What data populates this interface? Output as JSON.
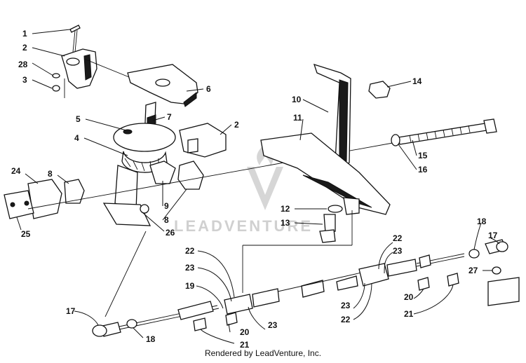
{
  "watermark": "LEADVENTURE",
  "credit": "Rendered by LeadVenture, Inc.",
  "callouts": [
    {
      "id": "c1",
      "label": "1"
    },
    {
      "id": "c2a",
      "label": "2"
    },
    {
      "id": "c28",
      "label": "28"
    },
    {
      "id": "c3",
      "label": "3"
    },
    {
      "id": "c6",
      "label": "6"
    },
    {
      "id": "c7",
      "label": "7"
    },
    {
      "id": "c5",
      "label": "5"
    },
    {
      "id": "c2b",
      "label": "2"
    },
    {
      "id": "c4",
      "label": "4"
    },
    {
      "id": "c24",
      "label": "24"
    },
    {
      "id": "c8a",
      "label": "8"
    },
    {
      "id": "c9",
      "label": "9"
    },
    {
      "id": "c8b",
      "label": "8"
    },
    {
      "id": "c25",
      "label": "25"
    },
    {
      "id": "c26",
      "label": "26"
    },
    {
      "id": "c10",
      "label": "10"
    },
    {
      "id": "c14",
      "label": "14"
    },
    {
      "id": "c11",
      "label": "11"
    },
    {
      "id": "c15",
      "label": "15"
    },
    {
      "id": "c16",
      "label": "16"
    },
    {
      "id": "c12",
      "label": "12"
    },
    {
      "id": "c13",
      "label": "13"
    },
    {
      "id": "c22a",
      "label": "22"
    },
    {
      "id": "c23a",
      "label": "23"
    },
    {
      "id": "c19",
      "label": "19"
    },
    {
      "id": "c22b",
      "label": "22"
    },
    {
      "id": "c23b",
      "label": "23"
    },
    {
      "id": "c17a",
      "label": "17"
    },
    {
      "id": "c18a",
      "label": "18"
    },
    {
      "id": "c20a",
      "label": "20"
    },
    {
      "id": "c21a",
      "label": "21"
    },
    {
      "id": "c23c",
      "label": "23"
    },
    {
      "id": "c23d",
      "label": "23"
    },
    {
      "id": "c22c",
      "label": "22"
    },
    {
      "id": "c20b",
      "label": "20"
    },
    {
      "id": "c21b",
      "label": "21"
    },
    {
      "id": "c18b",
      "label": "18"
    },
    {
      "id": "c17b",
      "label": "17"
    },
    {
      "id": "c27",
      "label": "27"
    }
  ]
}
